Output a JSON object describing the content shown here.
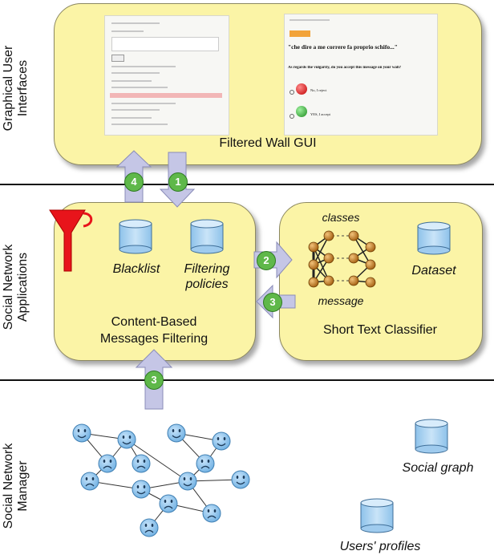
{
  "layers": {
    "gui": "Graphical User Interfaces",
    "apps": "Social Network Applications",
    "manager": "Social Network Manager"
  },
  "gui_panel": {
    "title": "Filtered Wall GUI",
    "dialog": {
      "question_line1": "\"che dire a me correre fa proprio schifo...\"",
      "question_line2": "As regards the vulgarity, do you accept this message on your wall?",
      "option_no": "No, I reject",
      "option_yes": "YES, I accept"
    }
  },
  "cbmf_panel": {
    "title_line1": "Content-Based",
    "title_line2": "Messages Filtering",
    "blacklist": "Blacklist",
    "policies_line1": "Filtering",
    "policies_line2": "policies"
  },
  "stc_panel": {
    "title": "Short Text Classifier",
    "classes": "classes",
    "message": "message",
    "dataset": "Dataset"
  },
  "manager": {
    "social_graph": "Social graph",
    "users_profiles": "Users' profiles"
  },
  "steps": {
    "s1": "1",
    "s2": "2",
    "s3a": "3",
    "s3b": "3",
    "s4": "4"
  },
  "colors": {
    "panel_fill": "#fbf4a6",
    "arrow_fill": "#c5c6e6",
    "step_badge": "#5fb84a",
    "cylinder": "#a9cfec",
    "face": "#8cc3ea",
    "funnel": "#e8141b",
    "neuron": "#c07a1e"
  }
}
